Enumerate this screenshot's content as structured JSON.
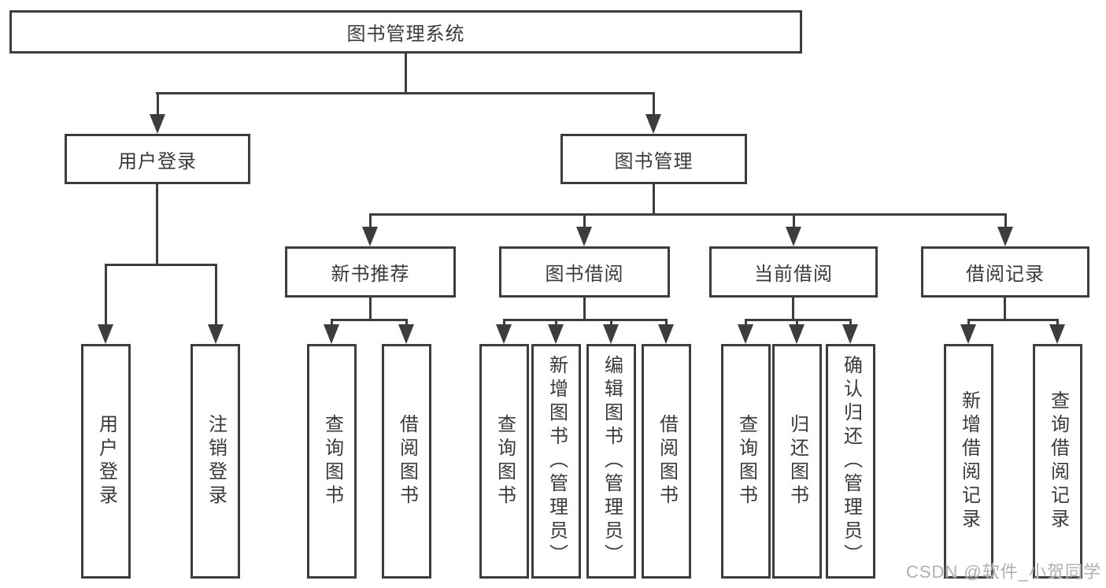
{
  "diagram": {
    "root": {
      "label": "图书管理系统"
    },
    "level2": [
      {
        "label": "用户登录"
      },
      {
        "label": "图书管理"
      }
    ],
    "level3": [
      {
        "label": "新书推荐"
      },
      {
        "label": "图书借阅"
      },
      {
        "label": "当前借阅"
      },
      {
        "label": "借阅记录"
      }
    ],
    "leaves": [
      {
        "label": "用户登录"
      },
      {
        "label": "注销登录"
      },
      {
        "label": "查询图书"
      },
      {
        "label": "借阅图书"
      },
      {
        "label": "查询图书"
      },
      {
        "label": "新增图书（管理员）"
      },
      {
        "label": "编辑图书（管理员）"
      },
      {
        "label": "借阅图书"
      },
      {
        "label": "查询图书"
      },
      {
        "label": "归还图书"
      },
      {
        "label": "确认归还（管理员）"
      },
      {
        "label": "新增借阅记录"
      },
      {
        "label": "查询借阅记录"
      }
    ],
    "watermark": "CSDN @软件_小贺同学"
  },
  "colors": {
    "line": "#3d3d3d",
    "text": "#3a3a3a",
    "background": "#ffffff",
    "watermark": "#b0b0b0"
  }
}
